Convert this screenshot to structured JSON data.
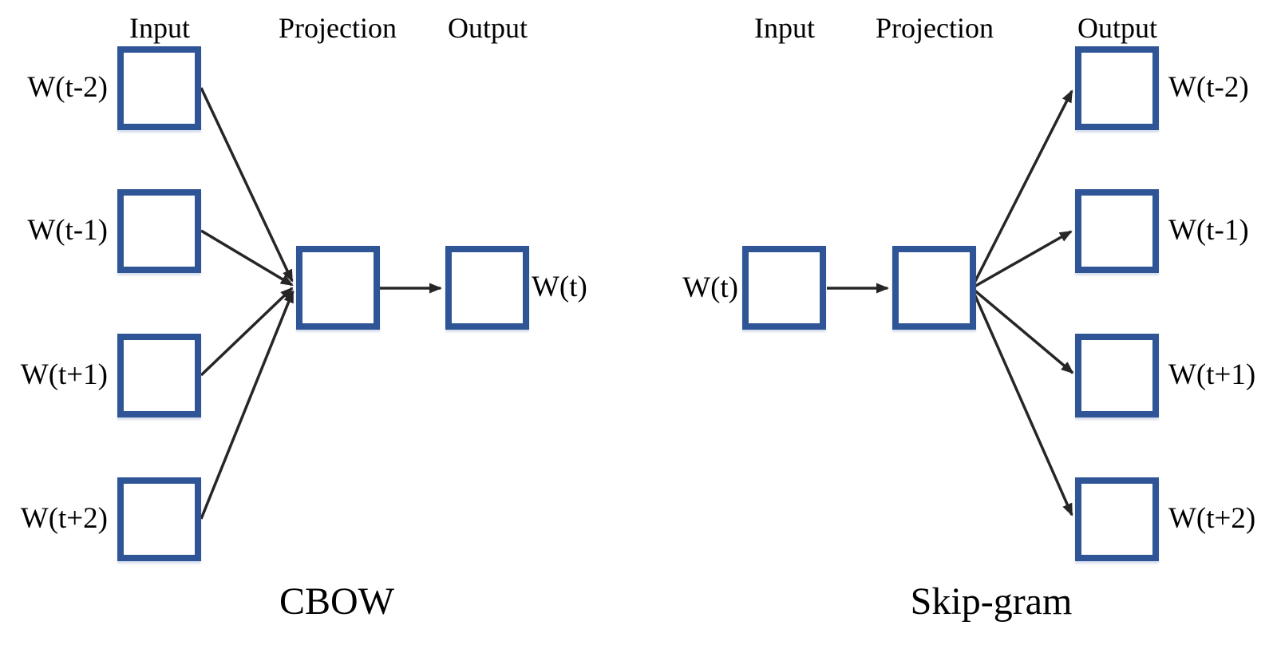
{
  "colors": {
    "background": "#ffffff",
    "box_border": "#2F5597",
    "arrow": "#262626",
    "text": "#000000"
  },
  "cbow": {
    "caption": "CBOW",
    "columns": {
      "input": "Input",
      "projection": "Projection",
      "output": "Output"
    },
    "input_labels": [
      "W(t-2)",
      "W(t-1)",
      "W(t+1)",
      "W(t+2)"
    ],
    "output_label": "W(t)"
  },
  "skipgram": {
    "caption": "Skip-gram",
    "columns": {
      "input": "Input",
      "projection": "Projection",
      "output": "Output"
    },
    "input_label": "W(t)",
    "output_labels": [
      "W(t-2)",
      "W(t-1)",
      "W(t+1)",
      "W(t+2)"
    ]
  }
}
